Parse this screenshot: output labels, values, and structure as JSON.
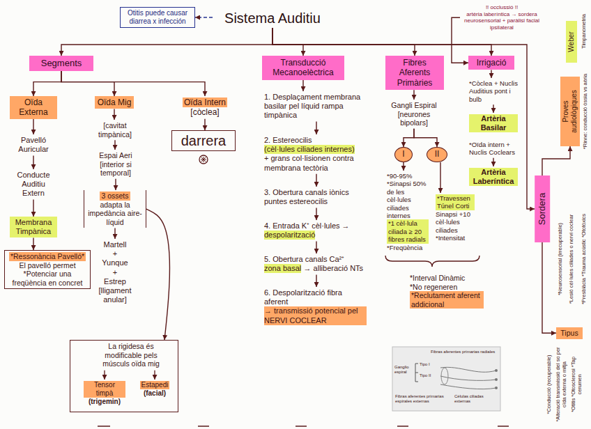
{
  "diagram": {
    "nodes": [
      {
        "text": [
          "Otitis puede causar diarrea x infección"
        ]
      },
      {
        "text": [
          "Sistema Auditiu"
        ]
      },
      {
        "text": [
          "!! occlussió !!",
          "artèria laberíntica → sordera neurosensorial + paràlisi facial ipsilateral"
        ]
      },
      {
        "text": [
          "Segments"
        ]
      },
      {
        "text": [
          "Transducció Mecanoelèctrica"
        ]
      },
      {
        "text": [
          "Fibres Aferents Primàries"
        ]
      },
      {
        "text": [
          "Irrigació"
        ]
      },
      {
        "text": [
          "Sordera"
        ]
      },
      {
        "text": [
          "Oïda Externa"
        ]
      },
      {
        "text": [
          "Oïda Mig"
        ]
      },
      {
        "text": [
          "Oïda Intern",
          "[còclea]"
        ]
      },
      {
        "text": [
          "Pavelló Auricular"
        ]
      },
      {
        "text": [
          "Conducte Auditiu Extern"
        ]
      },
      {
        "text": [
          "Membrana Timpànica"
        ]
      },
      {
        "text": [
          "*Ressonància Pavelló*",
          "El pavelló permet",
          "*Potenciar una freqüència en concret"
        ]
      },
      {
        "text": [
          "[cavitat timpànica]"
        ]
      },
      {
        "text": [
          "Espai Aeri",
          "[interior si temporal]"
        ]
      },
      {
        "text": [
          "3 ossets",
          "adapta la impedància aire-líquid"
        ]
      },
      {
        "text": [
          "Martell",
          "+",
          "Yunque",
          "+",
          "Estrep",
          "[lligament anular]"
        ]
      },
      {
        "text": [
          "La rigidesa és modificable pels músculs oïda mig"
        ]
      },
      {
        "text": [
          "Tensor timpà",
          "(trigemin)"
        ],
        "in": 19
      },
      {
        "text": [
          "Estapedi",
          "(facial)"
        ],
        "in": 19
      },
      {
        "text": [
          "darrera"
        ]
      },
      {
        "text": [
          "1. Desplaçament membrana basilar pel líquid rampa timpànica"
        ]
      },
      {
        "text": [
          "2. Estereocilis",
          "(cèl·lules ciliades internes)",
          "+ grans col·lisionen contra membrana tectòria"
        ]
      },
      {
        "text": [
          "3. Obertura canals iònics puntes estereocilis"
        ]
      },
      {
        "text": [
          "4. Entrada K⁺ cèl·lules →",
          "despolarització"
        ]
      },
      {
        "text": [
          "5. Obertura canals Ca²⁺",
          "zona basal",
          "→ alliberació NTs"
        ]
      },
      {
        "text": [
          "6. Despolarització fibra aferent",
          "→ transmissió potencial pel NERVI COCLEAR"
        ]
      },
      {
        "text": [
          "Gangli Espiral",
          "[neurones bipolars]"
        ]
      },
      {
        "text": [
          "I"
        ]
      },
      {
        "text": [
          "II"
        ]
      },
      {
        "text": [
          "*90-95%",
          "*Sinapsi 50% de les cèl·lules ciliades internes",
          "*1 cèl·lula ciliada ≥ 20 fibres radials",
          "*Freqüència"
        ]
      },
      {
        "text": [
          "*Travessen Túnel Corti",
          "Sinapsi +10 cèl·lules ciliades",
          "*Intensitat"
        ]
      },
      {
        "text": [
          "*Interval Dinàmic",
          "*No regeneren",
          "*Reclutament aferent addicional"
        ]
      },
      {
        "text": [
          "*Còclea + Nuclis Auditius pont i bulb"
        ]
      },
      {
        "text": [
          "Artèria Basilar"
        ]
      },
      {
        "text": [
          "*Oïda intern + Nuclis Coclears"
        ]
      },
      {
        "text": [
          "Artèria Laberíntica"
        ]
      },
      {
        "text": [
          "Proves audiològiques"
        ]
      },
      {
        "text": [
          "Tipus"
        ]
      },
      {
        "text": [
          "Weber"
        ]
      }
    ],
    "edges": [
      {
        "from": 1,
        "to": 0,
        "arrow": "to"
      },
      {
        "from": 1,
        "to": 3,
        "arrow": "to"
      },
      {
        "from": 1,
        "to": 4,
        "arrow": "to"
      },
      {
        "from": 1,
        "to": 5,
        "arrow": "to"
      },
      {
        "from": 1,
        "to": 6,
        "arrow": "to"
      },
      {
        "from": 1,
        "to": 7,
        "arrow": "to"
      },
      {
        "from": 2,
        "to": 6,
        "arrow": "to"
      },
      {
        "from": 3,
        "to": 8,
        "arrow": "to"
      },
      {
        "from": 3,
        "to": 9,
        "arrow": "to"
      },
      {
        "from": 3,
        "to": 10,
        "arrow": "to"
      },
      {
        "from": 8,
        "to": 11,
        "arrow": "to"
      },
      {
        "from": 11,
        "to": 12,
        "arrow": "to"
      },
      {
        "from": 12,
        "to": 13,
        "arrow": "to"
      },
      {
        "from": 13,
        "to": 14,
        "arrow": "to"
      },
      {
        "from": 9,
        "to": 15,
        "arrow": "to"
      },
      {
        "from": 15,
        "to": 16,
        "arrow": "to"
      },
      {
        "from": 16,
        "to": 17,
        "arrow": "to"
      },
      {
        "from": 17,
        "to": 18,
        "arrow": "to"
      },
      {
        "from": 17,
        "to": 19,
        "arrow": "to"
      },
      {
        "from": 10,
        "to": 22,
        "arrow": "to"
      },
      {
        "from": 4,
        "to": 23,
        "arrow": "to"
      },
      {
        "from": 23,
        "to": 24,
        "arrow": "to"
      },
      {
        "from": 24,
        "to": 25,
        "arrow": "to"
      },
      {
        "from": 25,
        "to": 26,
        "arrow": "to"
      },
      {
        "from": 26,
        "to": 27,
        "arrow": "to"
      },
      {
        "from": 27,
        "to": 28,
        "arrow": "to"
      },
      {
        "from": 5,
        "to": 29,
        "arrow": "to"
      },
      {
        "from": 29,
        "to": 30,
        "arrow": "to"
      },
      {
        "from": 29,
        "to": 31,
        "arrow": "to"
      },
      {
        "from": 30,
        "to": 32,
        "arrow": "to"
      },
      {
        "from": 31,
        "to": 33,
        "arrow": "to"
      },
      {
        "from": 6,
        "to": 35,
        "arrow": "to"
      },
      {
        "from": 35,
        "to": 36,
        "arrow": "to"
      },
      {
        "from": 37,
        "to": 38,
        "arrow": "to"
      },
      {
        "from": 7,
        "to": 39,
        "arrow": "to"
      },
      {
        "from": 7,
        "to": 40,
        "arrow": "to"
      }
    ],
    "labels": [
      "Timpanometria",
      "*Rinne: conducció òssia vs aèria",
      "*Neurosensorial (irrecuperable)",
      "*Lesió cèl·lules ciliades o nervi coclear",
      "*Presbiàcia *Trauma acústic *Ototòxics",
      "*Conducció (recuperable)",
      "*Alteració transmissió del so per oïda externa o mitja",
      "*Otitis *Otosclerosi *Tap cerumen",
      "Fibras aferentes primarias radiales",
      "Ganglio espiral",
      "Tipo I",
      "Tipo II",
      "Fibras aferentes primarias espirales externas",
      "Células ciliadas externas"
    ]
  }
}
